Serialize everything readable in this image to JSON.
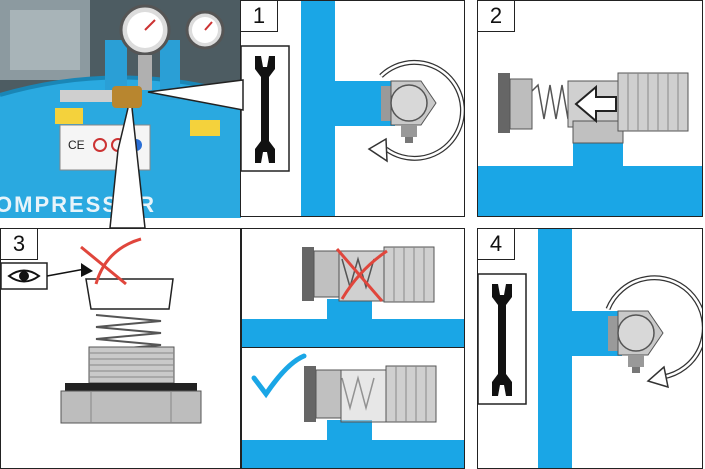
{
  "steps": {
    "step1": "1",
    "step2": "2",
    "step3": "3",
    "step4": "4"
  },
  "photo": {
    "brand_text": "OMPRESSOR",
    "ce_mark": "CE"
  },
  "colors": {
    "pipe_blue": "#1aa6e6",
    "compressor_blue": "#2aa9e0",
    "metal_grey": "#b8b8b8",
    "cross_red": "#e0463c",
    "check_blue": "#1aa6e6",
    "arrow_fill": "#ffffff"
  },
  "icons": {
    "tool": "wrench-icon",
    "inspect": "eye-icon",
    "wrong": "red-cross-icon",
    "right": "blue-checkmark-icon",
    "rotate": "rotation-arrow-icon",
    "direction": "insert-arrow-icon"
  }
}
